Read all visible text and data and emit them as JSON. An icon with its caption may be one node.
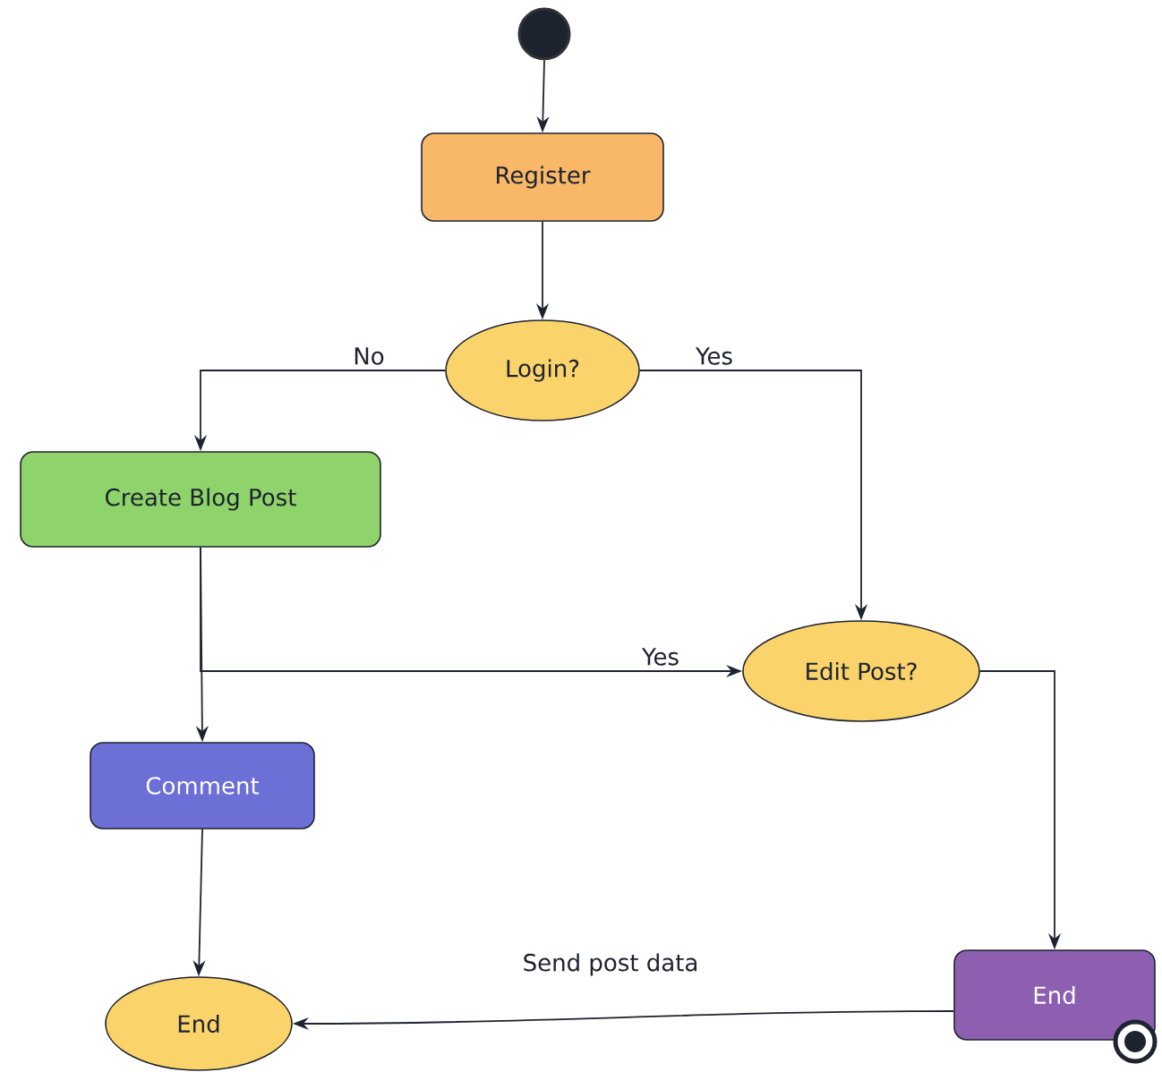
{
  "diagram": {
    "nodes": [
      {
        "text": [],
        "shape": "circle"
      },
      {
        "text": [
          "Register"
        ]
      },
      {
        "text": [
          "Login?"
        ]
      },
      {
        "text": [
          "Create Blog Post"
        ]
      },
      {
        "text": [
          "Edit Post?"
        ]
      },
      {
        "text": [
          "Comment"
        ]
      },
      {
        "text": [
          "End"
        ]
      },
      {
        "text": [
          "End"
        ]
      },
      {
        "text": [],
        "shape": "circle"
      }
    ],
    "edges": [
      {
        "from": 0,
        "to": 1,
        "arrow": "to"
      },
      {
        "from": 1,
        "to": 2,
        "arrow": "to"
      },
      {
        "from": 2,
        "to": 3,
        "arrow": "to",
        "label": "No"
      },
      {
        "from": 2,
        "to": 4,
        "arrow": "to",
        "label": "Yes"
      },
      {
        "from": 3,
        "to": 5,
        "arrow": "to"
      },
      {
        "from": 3,
        "to": 4,
        "arrow": "to",
        "label": "Yes"
      },
      {
        "from": 4,
        "to": 7,
        "arrow": "to"
      },
      {
        "from": 5,
        "to": 6,
        "arrow": "to"
      },
      {
        "from": 7,
        "to": 6,
        "arrow": "to",
        "label": "Send post data"
      }
    ]
  }
}
